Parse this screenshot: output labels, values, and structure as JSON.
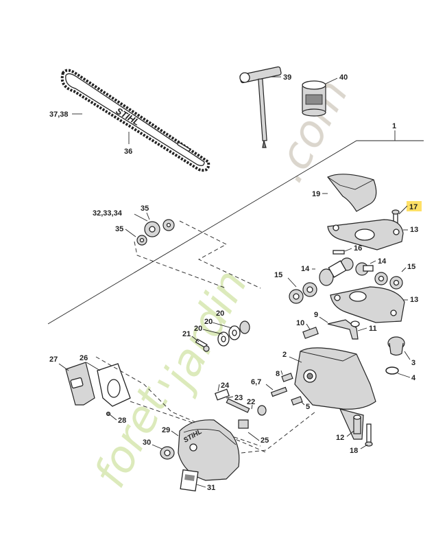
{
  "watermark": {
    "text_foret": "foret",
    "text_jardin": "'jardin",
    "text_com": ".com",
    "color_green": "#d8e8b4",
    "color_orange": "#f3dcc0",
    "color_grey": "#d7d2c8"
  },
  "highlight_color": "#ffe066",
  "brand_text": "STIHL",
  "labels": {
    "p1": "1",
    "p2": "2",
    "p3": "3",
    "p4": "4",
    "p5": "5",
    "p67": "6,7",
    "p8": "8",
    "p9": "9",
    "p10": "10",
    "p11": "11",
    "p12": "12",
    "p13a": "13",
    "p13b": "13",
    "p14a": "14",
    "p14b": "14",
    "p15a": "15",
    "p15b": "15",
    "p16": "16",
    "p17": "17",
    "p18": "18",
    "p19": "19",
    "p20a": "20",
    "p20b": "20",
    "p20c": "20",
    "p21": "21",
    "p22": "22",
    "p23": "23",
    "p24": "24",
    "p25": "25",
    "p26": "26",
    "p27": "27",
    "p28": "28",
    "p29": "29",
    "p30": "30",
    "p31": "31",
    "p32": "32,33,34",
    "p35a": "35",
    "p35b": "35",
    "p36": "36",
    "p3738": "37,38",
    "p39": "39",
    "p40": "40"
  }
}
